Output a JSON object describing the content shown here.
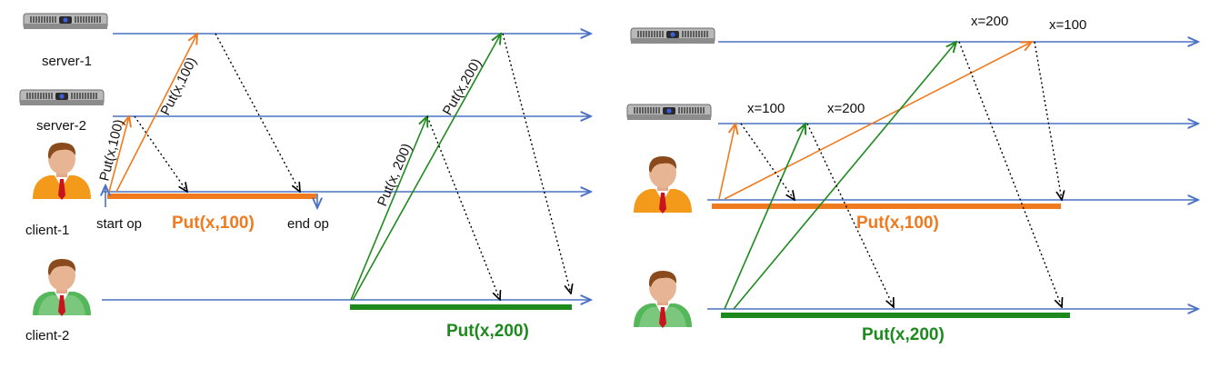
{
  "colors": {
    "timeline": "#4a72c4",
    "put100": "#f07a1e",
    "put200": "#1e8a1e",
    "reply": "#000000"
  },
  "left": {
    "server1_label": "server-1",
    "server2_label": "server-2",
    "client1_label": "client-1",
    "client2_label": "client-2",
    "start_op": "start op",
    "end_op": "end op",
    "put100_op": "Put(x,100)",
    "put200_op": "Put(x,200)",
    "arrow_put100_s2": "Put(x,100)",
    "arrow_put100_s1": "Put(x,100)",
    "arrow_put200_s2": "Put(x, 200)",
    "arrow_put200_s1": "Put(x,200)"
  },
  "right": {
    "s1_first": "x=200",
    "s1_second": "x=100",
    "s2_first": "x=100",
    "s2_second": "x=200",
    "put100_op": "Put(x,100)",
    "put200_op": "Put(x,200)"
  },
  "icons": {
    "server": "server-rack-icon",
    "client1": "person-orange-icon",
    "client2": "person-green-icon"
  }
}
